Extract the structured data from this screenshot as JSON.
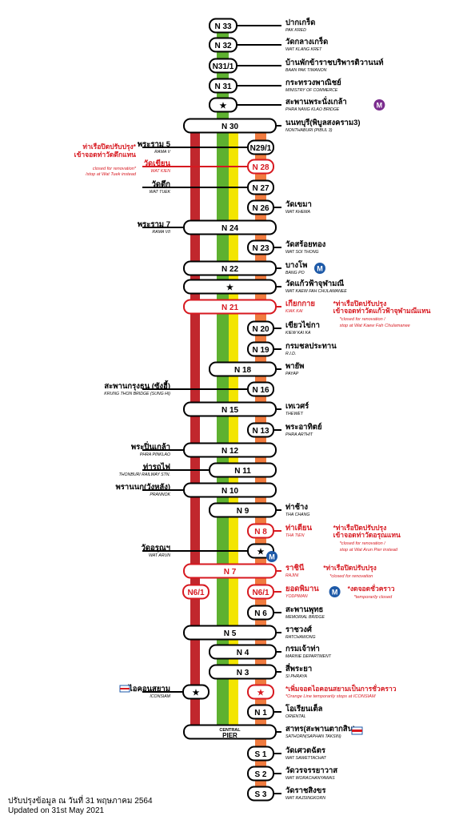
{
  "colors": {
    "red": "#c1272d",
    "green": "#5eb130",
    "yellow": "#f3e500",
    "orange": "#f07b3f",
    "alert": "#d71920",
    "metro": "#1e5aa8",
    "metro_purple": "#7b2d8e"
  },
  "stations": [
    {
      "code": "N 33",
      "th": "ปากเกร็ด",
      "en": "PAK KRED",
      "side": "right"
    },
    {
      "code": "N 32",
      "th": "วัดกลางเกร็ด",
      "en": "WAT KLANG KRET",
      "side": "right"
    },
    {
      "code": "N31/1",
      "th": "บ้านพักข้าราชบริพารติวานนท์",
      "en": "BAAN PAK TIWANON",
      "side": "right"
    },
    {
      "code": "N 31",
      "th": "กระทรวงพาณิชย์",
      "en": "MINISTRY OF COMMERCE",
      "side": "right"
    },
    {
      "code": "★",
      "th": "สะพานพระนั่งเกล้า",
      "en": "PHRA NANG KLAO BRIDGE",
      "side": "right",
      "metro": "M"
    },
    {
      "code": "N 30",
      "th": "นนทบุรี(พิบูลสงคราม3)",
      "en": "NONTHABURI (PIBUL 3)",
      "side": "right"
    },
    {
      "code": "N29/1",
      "th": "พระราม 5",
      "en": "RAMA V",
      "side": "left"
    },
    {
      "code": "N 28",
      "th": "วัดเขียน",
      "en": "WAT KIEN",
      "side": "left",
      "closed": true,
      "note_th": [
        "ท่าเรือปิดปรับปรุง*",
        "เข้าจอดท่าวัดตึกแทน"
      ],
      "note_en": [
        "closed for renovation*",
        "/stop at Wat Tuek instead"
      ]
    },
    {
      "code": "N 27",
      "th": "วัดตึก",
      "en": "WAT TUEK",
      "side": "left"
    },
    {
      "code": "N 26",
      "th": "วัดเขมา",
      "en": "WAT KHEMA",
      "side": "right"
    },
    {
      "code": "N 24",
      "th": "พระราม 7",
      "en": "RAMA VII",
      "side": "left"
    },
    {
      "code": "N 23",
      "th": "วัดสร้อยทอง",
      "en": "WAT SOI THONG",
      "side": "right"
    },
    {
      "code": "N 22",
      "th": "บางโพ",
      "en": "BANG PO",
      "side": "right",
      "metro": "M"
    },
    {
      "code": "★",
      "th": "วัดแก้วฟ้าจุฬามณี",
      "en": "WAT KAEW FAH CHULAMANEE",
      "side": "right"
    },
    {
      "code": "N 21",
      "th": "เกียกกาย",
      "en": "KIAK KAI",
      "side": "right",
      "closed": true,
      "note_th": [
        "*ท่าเรือปิดปรับปรุง",
        "เข้าจอดท่าวัดแก้วฟ้าจุฬามณีแทน"
      ],
      "note_en": [
        "*closed for renovation /",
        "stop at Wat Kaew Fah Chulamanee"
      ]
    },
    {
      "code": "N 20",
      "th": "เขียวไข่กา",
      "en": "KIEW KAI KA",
      "side": "right"
    },
    {
      "code": "N 19",
      "th": "กรมชลประทาน",
      "en": "R.I.D.",
      "side": "right"
    },
    {
      "code": "N 18",
      "th": "พายัพ",
      "en": "PAYAP",
      "side": "right"
    },
    {
      "code": "N 16",
      "th": "สะพานกรุงธน (ซังฮี้)",
      "en": "KRUNG THON BRIDGE (SUNG HI)",
      "side": "left"
    },
    {
      "code": "N 15",
      "th": "เทเวศร์",
      "en": "THEWET",
      "side": "right"
    },
    {
      "code": "N 13",
      "th": "พระอาทิตย์",
      "en": "PHRA ARTHIT",
      "side": "right"
    },
    {
      "code": "N 12",
      "th": "พระปิ่นเกล้า",
      "en": "PHRA PINKLAO",
      "side": "left"
    },
    {
      "code": "N 11",
      "th": "ท่ารถไฟ",
      "en": "THONBURI RAILWAY STN.",
      "side": "left"
    },
    {
      "code": "N 10",
      "th": "พรานนก(วังหลัง)",
      "en": "PRANNOK",
      "side": "left"
    },
    {
      "code": "N 9",
      "th": "ท่าช้าง",
      "en": "THA CHANG",
      "side": "right"
    },
    {
      "code": "N 8",
      "th": "ท่าเตียน",
      "en": "THA TIEN",
      "side": "right",
      "closed": true,
      "note_th": [
        "*ท่าเรือปิดปรับปรุง",
        "เข้าจอดท่าวัดอรุณแทน"
      ],
      "note_en": [
        "*closed for renovation /",
        "stop at Wat Arun Pier instead"
      ]
    },
    {
      "code": "★",
      "th": "วัดอรุณฯ",
      "en": "WAT ARUN",
      "side": "left",
      "metro": "M"
    },
    {
      "code": "N 7",
      "th": "ราชินี",
      "en": "RAJINI",
      "side": "right",
      "closed": true,
      "note_th": [
        "*ท่าเรือปิดปรับปรุง"
      ],
      "note_en": [
        "*closed for renovation"
      ]
    },
    {
      "code": "N6/1",
      "th": "ยอดพิมาน",
      "en": "YODPIMAN",
      "side": "right",
      "closed": true,
      "metro": "M",
      "note_th": [
        "*งดจอดชั่วคราว"
      ],
      "note_en": [
        "*temporarily closed"
      ]
    },
    {
      "code": "N 6",
      "th": "สะพานพุทธ",
      "en": "MEMORIAL BRIDGE",
      "side": "right"
    },
    {
      "code": "N 5",
      "th": "ราชวงศ์",
      "en": "RATCHAWONG",
      "side": "right"
    },
    {
      "code": "N 4",
      "th": "กรมเจ้าท่า",
      "en": "MARINE DEPARTMENT",
      "side": "right"
    },
    {
      "code": "N 3",
      "th": "สี่พระยา",
      "en": "SI PHRAYA",
      "side": "right"
    },
    {
      "code": "★",
      "th": "ไอคอนสยาม",
      "en": "ICONSIAM",
      "side": "left",
      "note_th": [
        "*เพิ่มจอดไอคอนสยามเป็นการชั่วคราว"
      ],
      "note_en": [
        "*Orange Line temporarily stops at ICONSIAM"
      ]
    },
    {
      "code": "N 1",
      "th": "โอเรียนเต็ล",
      "en": "ORIENTAL",
      "side": "right"
    },
    {
      "code": "CENTRAL PIER",
      "th": "สาทร(สะพานตากสิน)",
      "en": "SATHORN(SAPHAN TAKSIN)",
      "side": "right"
    },
    {
      "code": "S 1",
      "th": "วัดเศวตฉัตร",
      "en": "WAT SAWETTACHAT",
      "side": "right"
    },
    {
      "code": "S 2",
      "th": "วัดวรจรรยาวาส",
      "en": "WAT WORACHANYAWAS",
      "side": "right"
    },
    {
      "code": "S 3",
      "th": "วัดราชสิงขร",
      "en": "WAT RAJSINGKORN",
      "side": "right"
    }
  ],
  "footer": {
    "th": "ปรับปรุงข้อมูล ณ วันที่ 31 พฤษภาคม 2564",
    "en": "Updated on 31st May 2021"
  }
}
